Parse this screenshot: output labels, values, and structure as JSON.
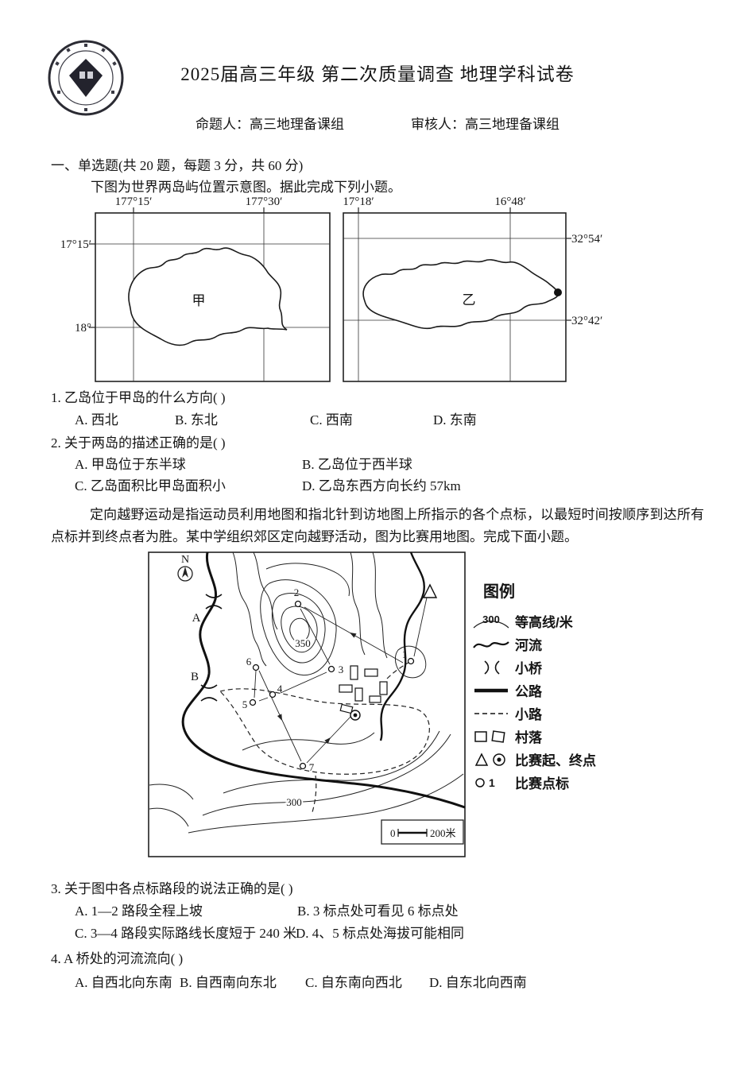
{
  "header": {
    "title": "2025届高三年级 第二次质量调查 地理学科试卷",
    "setter": "命题人：高三地理备课组",
    "reviewer": "审核人：高三地理备课组"
  },
  "section": {
    "heading": "一、单选题(共 20 题，每题 3 分，共 60 分)",
    "intro": "下图为世界两岛屿位置示意图。据此完成下列小题。"
  },
  "island_maps": {
    "left": {
      "top_left": "177°15′",
      "top_right": "177°30′",
      "lat_top": "17°15′",
      "lat_bottom": "18°",
      "name": "甲"
    },
    "right": {
      "top_left": "17°18′",
      "top_right": "16°48′",
      "lat_top": "32°54′",
      "lat_bottom": "32°42′",
      "name": "乙"
    }
  },
  "q1": {
    "text": "1. 乙岛位于甲岛的什么方向( )",
    "options": [
      "A. 西北",
      "B. 东北",
      "C. 西南",
      "D. 东南"
    ]
  },
  "q2": {
    "text": "2. 关于两岛的描述正确的是( )",
    "options": [
      "A. 甲岛位于东半球",
      "B. 乙岛位于西半球",
      "C. 乙岛面积比甲岛面积小",
      "D. 乙岛东西方向长约 57km"
    ]
  },
  "passage": "定向越野运动是指运动员利用地图和指北针到访地图上所指示的各个点标，以最短时间按顺序到达所有点标并到终点者为胜。某中学组织郊区定向越野活动，图为比赛用地图。完成下面小题。",
  "contour_map": {
    "north": "N",
    "bridge_a": "A",
    "bridge_b": "B",
    "elev_350": "350",
    "elev_300": "300",
    "points": [
      "1",
      "2",
      "3",
      "4",
      "5",
      "6",
      "7"
    ],
    "scale_zero": "0",
    "scale_end": "200米",
    "legend": {
      "title": "图例",
      "items": [
        {
          "symbol": "contour-line",
          "symbol_text": "300",
          "label": "等高线/米"
        },
        {
          "symbol": "river",
          "label": "河流"
        },
        {
          "symbol": "bridge",
          "label": "小桥"
        },
        {
          "symbol": "road",
          "label": "公路"
        },
        {
          "symbol": "footpath",
          "label": "小路"
        },
        {
          "symbol": "village",
          "label": "村落"
        },
        {
          "symbol": "start-finish",
          "label": "比赛起、终点"
        },
        {
          "symbol": "checkpoint",
          "symbol_text": "1",
          "label": "比赛点标"
        }
      ]
    }
  },
  "q3": {
    "text": "3. 关于图中各点标路段的说法正确的是( )",
    "options": [
      "A. 1—2 路段全程上坡",
      "B. 3 标点处可看见 6 标点处",
      "C. 3—4 路段实际路线长度短于 240 米",
      "D. 4、5 标点处海拔可能相同"
    ]
  },
  "q4": {
    "text": "4. A 桥处的河流流向( )",
    "options": [
      "A. 自西北向东南",
      "B. 自西南向东北",
      "C. 自东南向西北",
      "D. 自东北向西南"
    ]
  }
}
